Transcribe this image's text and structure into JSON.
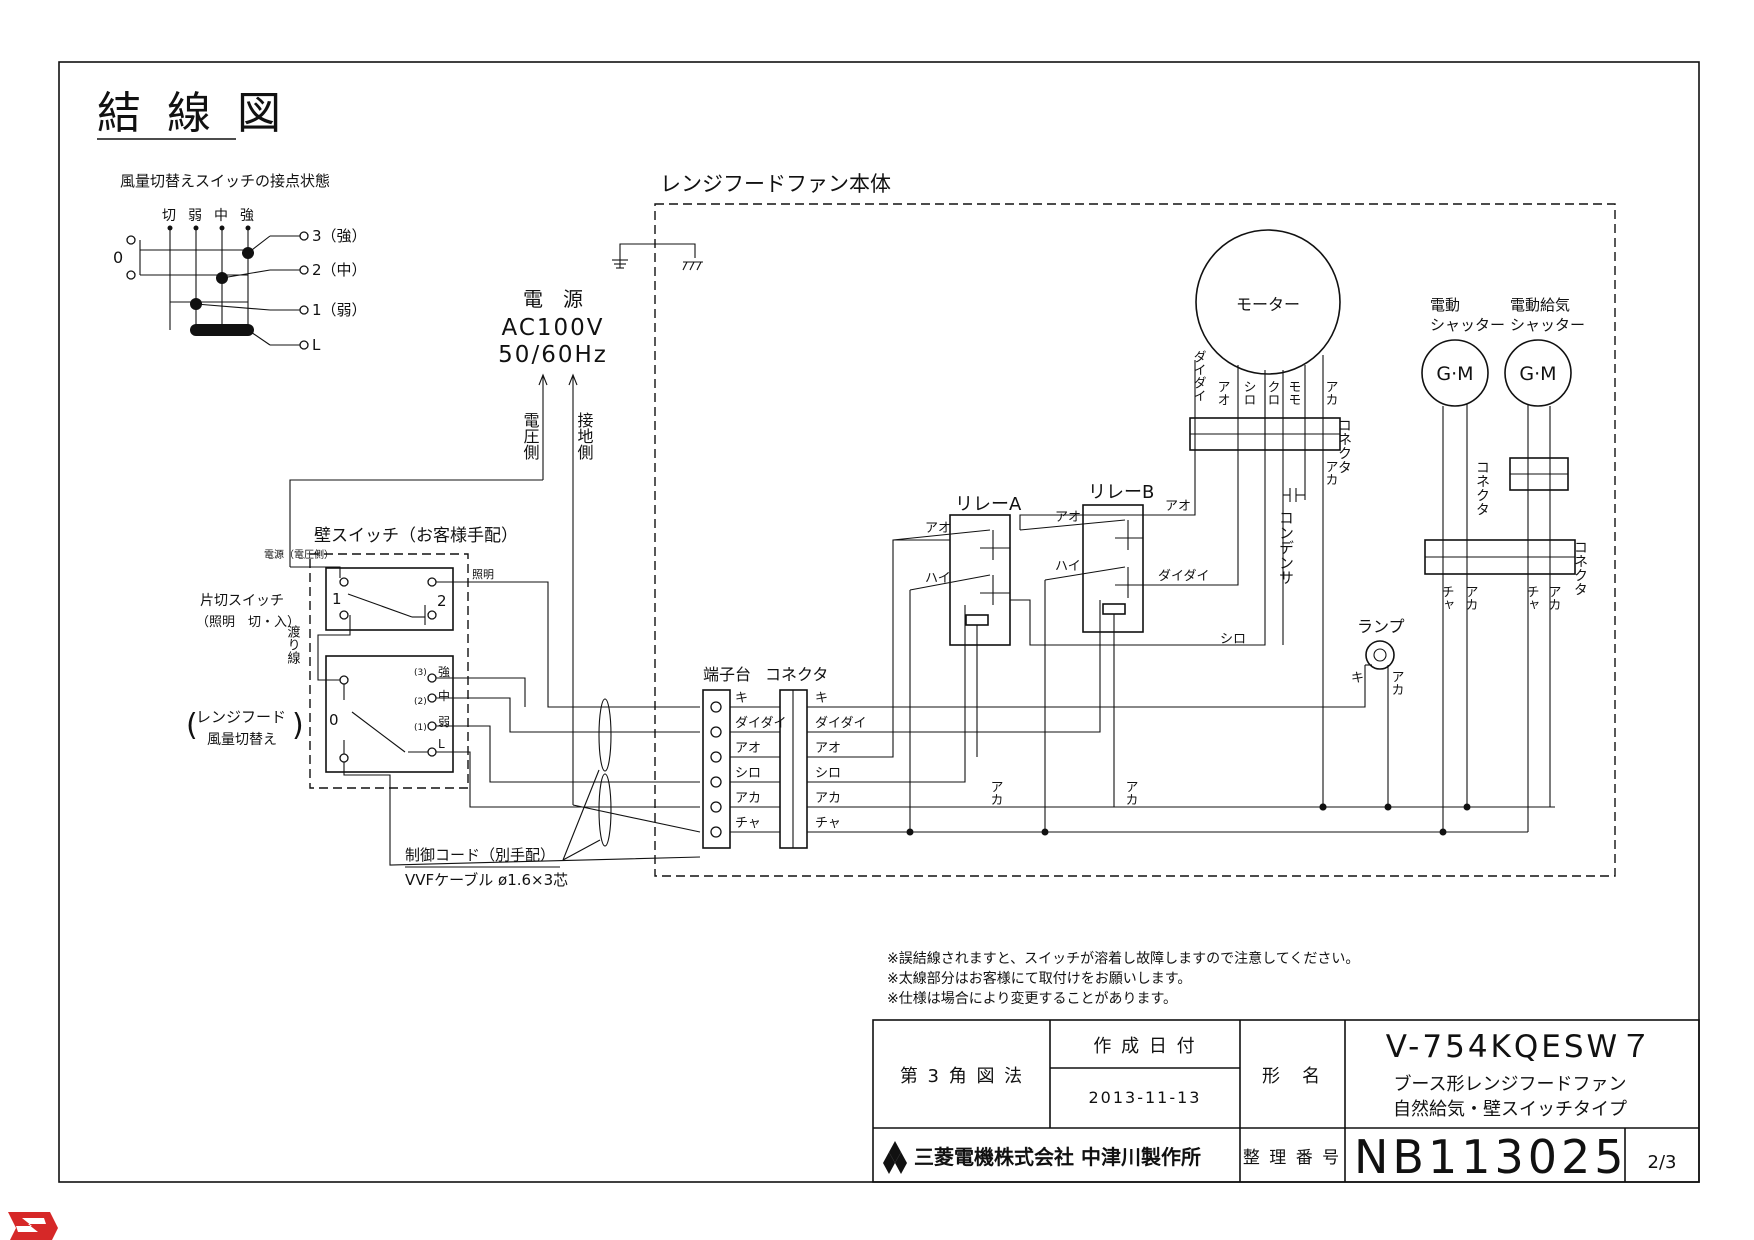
{
  "title": "結 線 図",
  "switch_state": {
    "caption": "風量切替えスイッチの接点状態",
    "columns": [
      "切",
      "弱",
      "中",
      "強"
    ],
    "zero": "0",
    "rows": [
      "3（強）",
      "2（中）",
      "1（弱）",
      "L"
    ]
  },
  "power": {
    "label1": "電　源",
    "label2": "AC100V",
    "label3": "50/60Hz",
    "voltage_side": "電圧側",
    "ground_side": "接地側"
  },
  "fan_body_label": "レンジフードファン本体",
  "wall_switch": {
    "title": "壁スイッチ（お客様手配）",
    "power_note": "電源（電圧側）",
    "light_tag": "照明",
    "crossover": "渡り線",
    "one_way_1": "片切スイッチ",
    "one_way_2": "（照明　切・入）",
    "range_1": "レンジフード",
    "range_2": "風量切替え",
    "pos1": "1",
    "pos2": "2",
    "sw_zero": "0",
    "t3": "(3)",
    "t2": "(2)",
    "t1": "(1)",
    "strong": "強",
    "mid": "中",
    "weak": "弱",
    "l": "L"
  },
  "cord": {
    "line1": "制御コード（別手配）",
    "line2": "VVFケーブル ø1.6×3芯"
  },
  "terminal_block": "端子台",
  "connector": "コネクタ",
  "wires": [
    "キ",
    "ダイダイ",
    "アオ",
    "シロ",
    "アカ",
    "チャ"
  ],
  "motor": {
    "label": "モーター",
    "wires": [
      "ダイダイ",
      "アオ",
      "シロ",
      "クロ",
      "モモ",
      "アカ"
    ],
    "connector": "コネクタ",
    "aka": "アカ",
    "capacitor": "コンデンサ"
  },
  "relay_a": {
    "label": "リレーA",
    "ao": "アオ",
    "hai": "ハイ",
    "aka": "アカ"
  },
  "relay_b": {
    "label": "リレーB",
    "ao": "アオ",
    "hai": "ハイ",
    "ao_out": "アオ",
    "daidai": "ダイダイ",
    "aka": "アカ"
  },
  "shiro": "シロ",
  "lamp": {
    "label": "ランプ",
    "ki": "キ",
    "aka": "アカ"
  },
  "shutter1": {
    "line1": "電動",
    "line2": "シャッター",
    "gm": "G·M"
  },
  "shutter2": {
    "line1": "電動給気",
    "line2": "シャッター",
    "gm": "G·M"
  },
  "shutter_connector": "コネクタ",
  "main_connector": "コネクタ",
  "shutter_wires": [
    "チャ",
    "アカ",
    "チャ",
    "アカ"
  ],
  "notes": [
    "※誤結線されますと、スイッチが溶着し故障しますので注意してください。",
    "※太線部分はお客様にて取付けをお願いします。",
    "※仕様は場合により変更することがあります。"
  ],
  "title_block": {
    "projection": "第 3 角 図 法",
    "date_label": "作 成 日 付",
    "date": "2013-11-13",
    "model_label": "形　名",
    "model": "V-754KQESW７",
    "desc1": "ブース形レンジフードファン",
    "desc2": "自然給気・壁スイッチタイプ",
    "company": "三菱電機株式会社 中津川製作所",
    "number_label": "整 理 番 号",
    "number": "NB113025",
    "page": "2/3"
  },
  "colors": {
    "line": "#111111",
    "logo": "#d62828"
  }
}
